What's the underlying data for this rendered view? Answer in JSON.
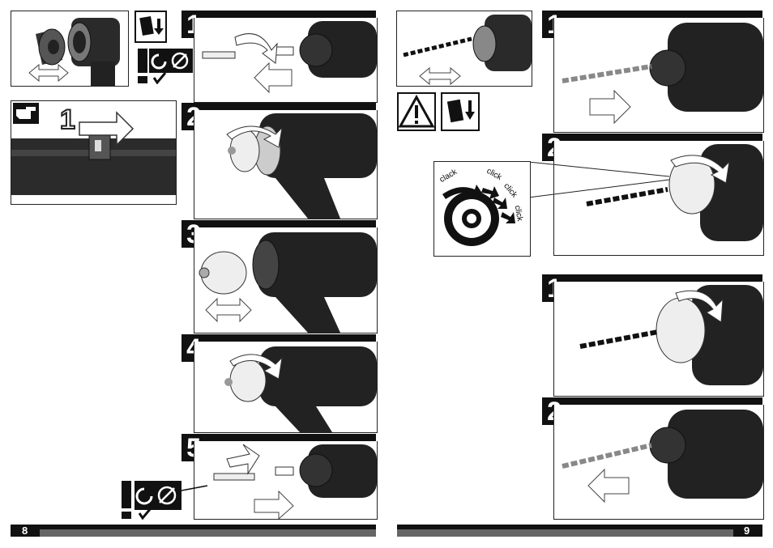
{
  "left_page": {
    "page_number": "8",
    "steps": [
      "1",
      "2",
      "3",
      "4",
      "5"
    ],
    "inset_step": "1"
  },
  "right_page": {
    "page_number": "9",
    "top_steps": [
      "1",
      "2"
    ],
    "bottom_steps": [
      "1",
      "2"
    ],
    "callout_labels": [
      "clack",
      "click",
      "click",
      "click"
    ]
  },
  "icons": {
    "hand": "pointing-hand-icon",
    "battery_remove": "battery-remove-icon",
    "warning": "warning-triangle-icon",
    "no_rotation": "no-rotation-icon",
    "exclamation": "exclamation-icon",
    "check": "check-icon"
  }
}
